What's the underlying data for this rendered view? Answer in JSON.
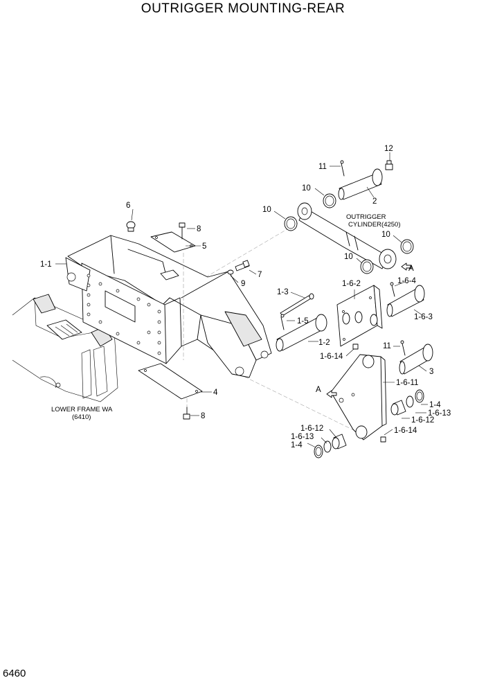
{
  "title": "OUTRIGGER MOUNTING-REAR",
  "page_number": "6460",
  "notes": {
    "cylinder": [
      "OUTRIGGER",
      "CYLINDER(4250)"
    ],
    "lower_frame": [
      "LOWER FRAME WA",
      "(6410)"
    ]
  },
  "view_markers": [
    "A",
    "A"
  ],
  "callouts": [
    "12",
    "11",
    "10",
    "2",
    "10",
    "OUTRIGGER",
    "6",
    "8",
    "5",
    "1-1",
    "10",
    "10",
    "9",
    "7",
    "1-3",
    "1-5",
    "1-6-2",
    "1-6-4",
    "1-6-3",
    "1-2",
    "1-6-14",
    "11",
    "3",
    "1-6-11",
    "1-4",
    "1-6-13",
    "1-6-12",
    "1-6-12",
    "1-6-13",
    "1-4",
    "1-6-14",
    "4",
    "8"
  ]
}
